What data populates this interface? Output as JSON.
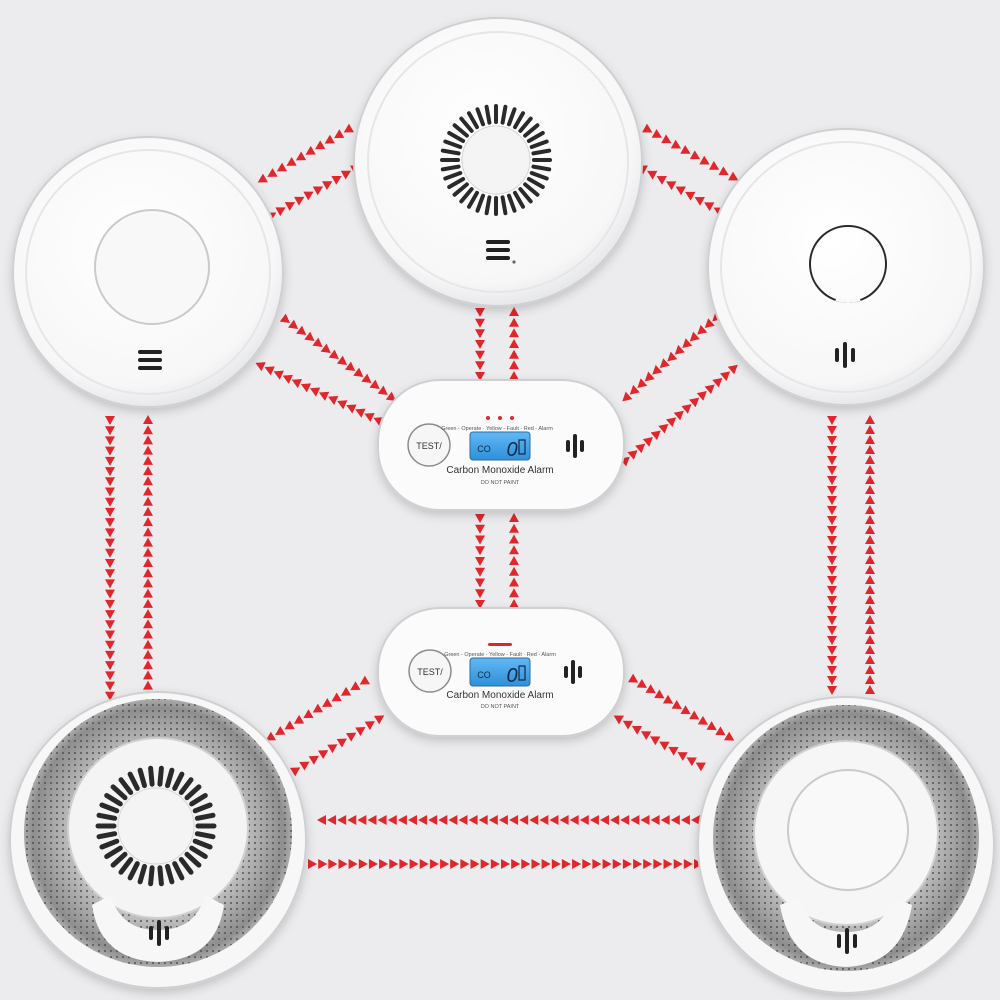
{
  "colors": {
    "background": "#ececee",
    "arrow": "#e0272c",
    "lcd": "#3ea6f0",
    "led_red": "#e0272c"
  },
  "devices": {
    "co_alarm_upper": {
      "test_label": "TEST/",
      "status_legend": "Green - Operate · Yellow - Fault · Red - Alarm",
      "lcd_unit": "CO",
      "lcd_value": "0",
      "name": "Carbon Monoxide Alarm",
      "warning": "DO NOT PAINT"
    },
    "co_alarm_lower": {
      "test_label": "TEST/",
      "status_legend": "Green - Operate · Yellow - Fault · Red - Alarm",
      "lcd_unit": "CO",
      "lcd_value": "0",
      "name": "Carbon Monoxide Alarm",
      "warning": "DO NOT PAINT"
    }
  },
  "icons": {
    "link": "double-arrow-icon",
    "sound": "speaker-grille-icon",
    "vent": "vent-slots-icon"
  }
}
